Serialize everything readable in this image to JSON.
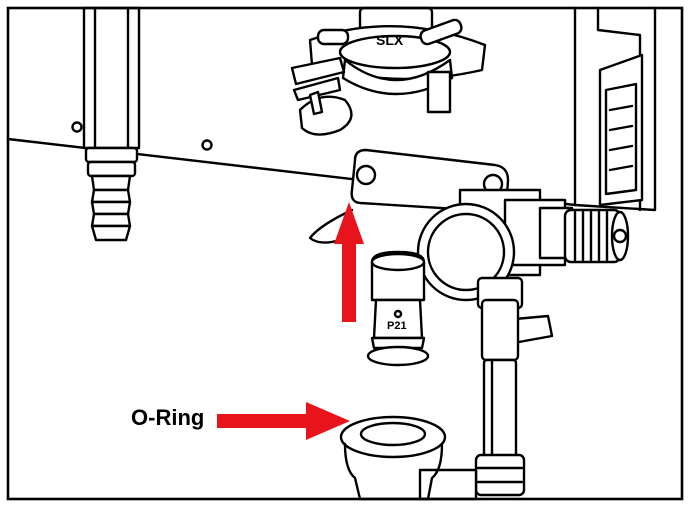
{
  "diagram": {
    "callout_label": "O-Ring",
    "part_marking": "P21",
    "valve_logo": "SLX",
    "arrow_color": "#e8141c",
    "line_color": "#000000",
    "fill_color": "#ffffff"
  }
}
